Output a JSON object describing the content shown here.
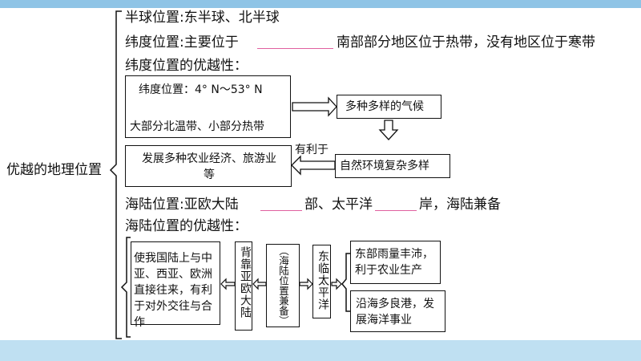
{
  "diagram": {
    "root": "优越的地理位置",
    "half_sphere": {
      "label": "半球位置",
      "value": "东半球、北半球"
    },
    "latitude": {
      "label": "纬度位置",
      "text_a": "主要位于",
      "text_b": "南部部分地区位于热带，没有地区位于寒带"
    },
    "lat_advantage": {
      "heading": "纬度位置的优越性：",
      "range": "纬度位置：4° N～53° N",
      "zones": "大部分北温带、小部分热带",
      "climate": "多种多样的气候",
      "environment": "自然环境复杂多样",
      "benefit_label": "有利于",
      "development": "发展多种农业经济、旅游业等"
    },
    "sea_land": {
      "label": "海陆位置",
      "text_a": "亚欧大陆",
      "text_b": "部、太平洋",
      "text_c": "岸，海陆兼备"
    },
    "sea_land_advantage": {
      "heading": "海陆位置的优越性：",
      "left": "使我国陆上与中亚、西亚、欧洲直接往来，有利于对外交往与合作",
      "back": "背靠亚欧大陆",
      "center": "（海陆位置兼备）",
      "east": "东临太平洋",
      "rain": "东部雨量丰沛，利于农业生产",
      "ports": "沿海多良港，发展海洋事业"
    }
  }
}
